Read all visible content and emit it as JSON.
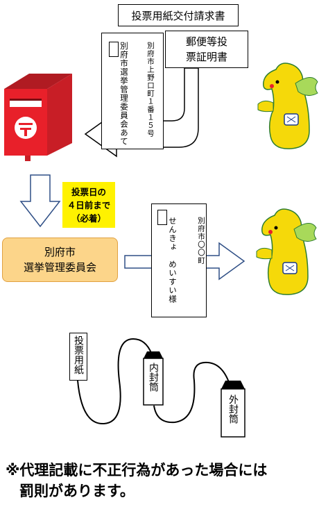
{
  "docs": {
    "request_form": "投票用紙交付請求書",
    "postal_vote_cert": "郵便等投票証明書"
  },
  "envelope_to_committee": {
    "address": "別府市上野口町１番１５号",
    "recipient": "別府市選挙管理委員会あて"
  },
  "deadline": {
    "line1": "投票日の",
    "line2": "４日前まで",
    "line3": "（必着）"
  },
  "committee": {
    "line1": "別府市",
    "line2": "選挙管理委員会"
  },
  "envelope_to_voter": {
    "address": "別府市〇〇町",
    "name": "せんきょ　めいすい様"
  },
  "flow": {
    "ballot": "投票用紙",
    "inner_envelope": "内封筒",
    "outer_envelope": "外封筒"
  },
  "note": {
    "line1": "※代理記載に不正行為があった場合には",
    "line2": "罰則があります。"
  },
  "colors": {
    "postbox_red": "#e8202a",
    "deadline_yellow": "#fff200",
    "committee_fill": "#fcd58a",
    "mascot_yellow": "#f5d90a",
    "wing_green": "#a8d95a"
  }
}
